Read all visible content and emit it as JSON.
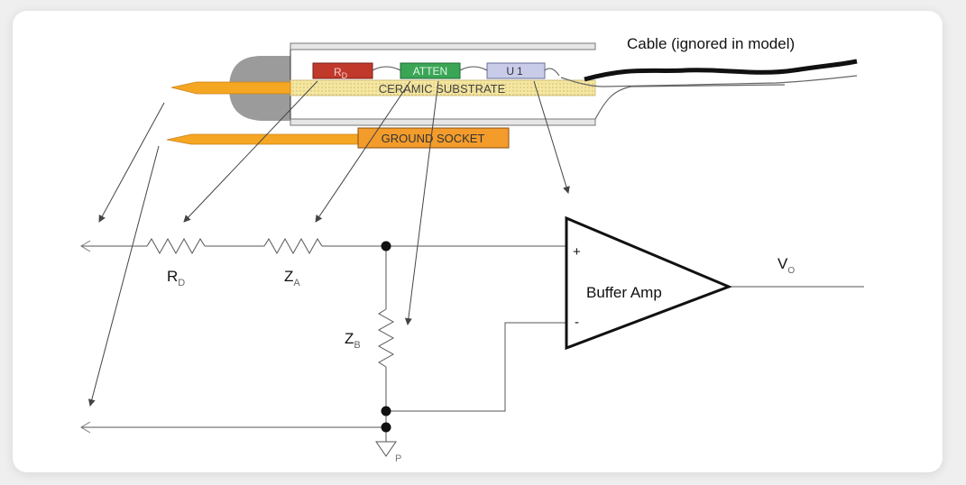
{
  "labels": {
    "cable": "Cable (ignored in model)",
    "rd_chip": "R",
    "rd_chip_sub": "D",
    "atten": "ATTEN",
    "u1": "U1",
    "ceramic": "CERAMIC SUBSTRATE",
    "ground_socket": "GROUND SOCKET",
    "rd": "R",
    "rd_sub": "D",
    "za": "Z",
    "za_sub": "A",
    "zb": "Z",
    "zb_sub": "B",
    "buffer_amp": "Buffer Amp",
    "plus": "+",
    "minus": "-",
    "vo": "V",
    "vo_sub": "O",
    "ground_p": "P"
  },
  "colors": {
    "rd_chip": "#c0392b",
    "atten_chip": "#3aa655",
    "u1_chip": "#c8cce8",
    "probe_tip": "#f5a623",
    "ground_socket": "#f39c2c",
    "ceramic": "#f5e6a0",
    "cap": "#9b9b9b",
    "wire": "#555555"
  }
}
